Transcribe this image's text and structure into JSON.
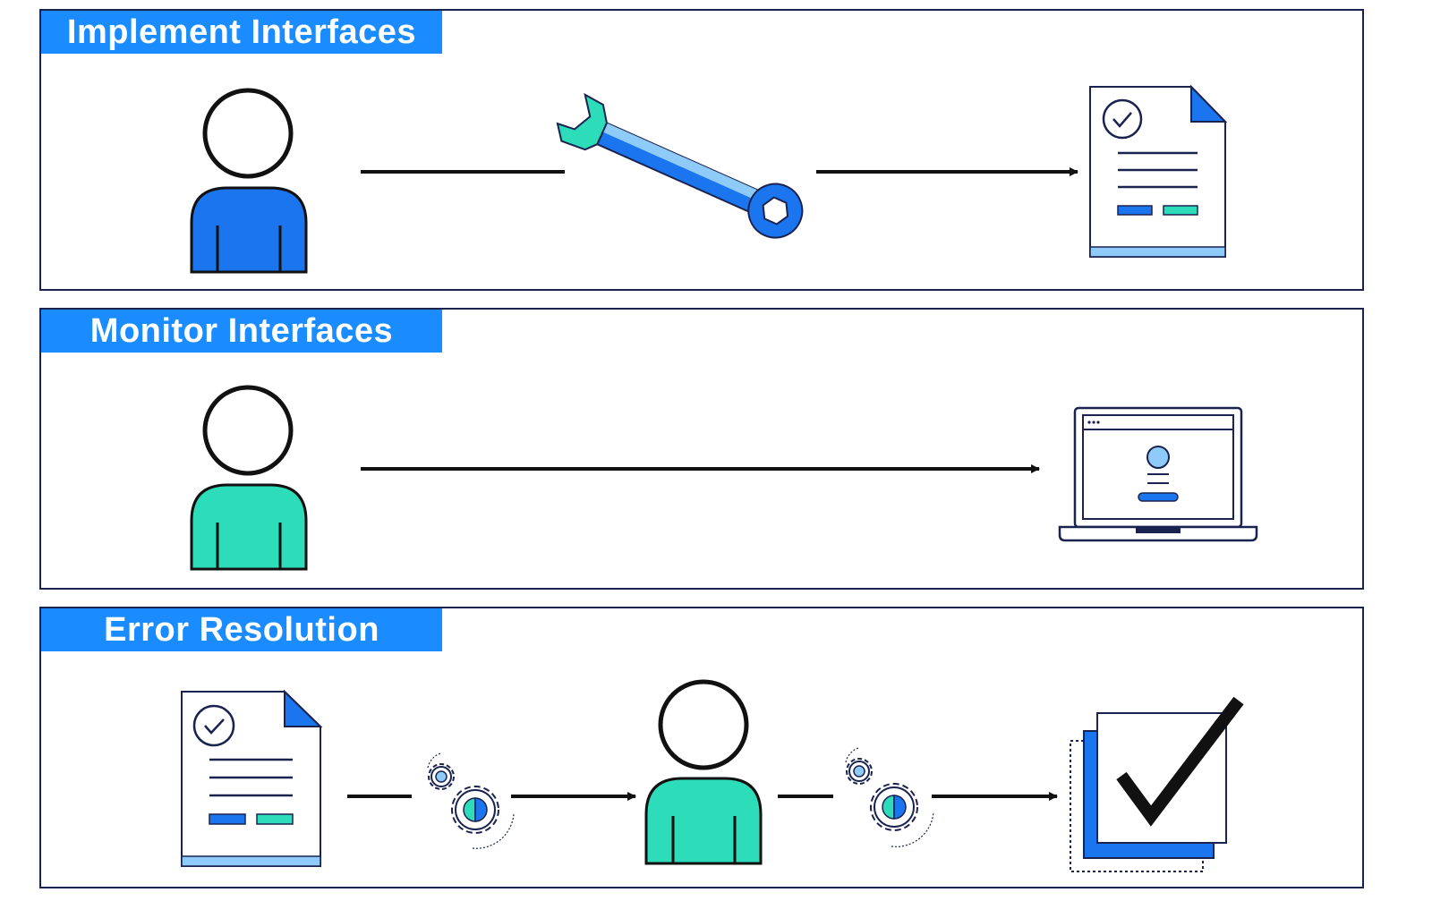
{
  "panels": [
    {
      "title": "Implement Interfaces"
    },
    {
      "title": "Monitor Interfaces"
    },
    {
      "title": "Error Resolution"
    }
  ],
  "colors": {
    "accent_blue": "#1a8cff",
    "icon_blue": "#1a75ee",
    "teal": "#2ddcb8",
    "light_blue": "#8fcbf8",
    "outline": "#111111",
    "border": "#1a2350"
  },
  "icons": {
    "panel1": [
      "user-blue-icon",
      "wrench-icon",
      "document-check-icon"
    ],
    "panel2": [
      "user-teal-icon",
      "laptop-profile-icon"
    ],
    "panel3": [
      "document-check-icon",
      "gears-icon",
      "user-teal-icon",
      "gears-icon",
      "checkbox-checked-icon"
    ]
  }
}
